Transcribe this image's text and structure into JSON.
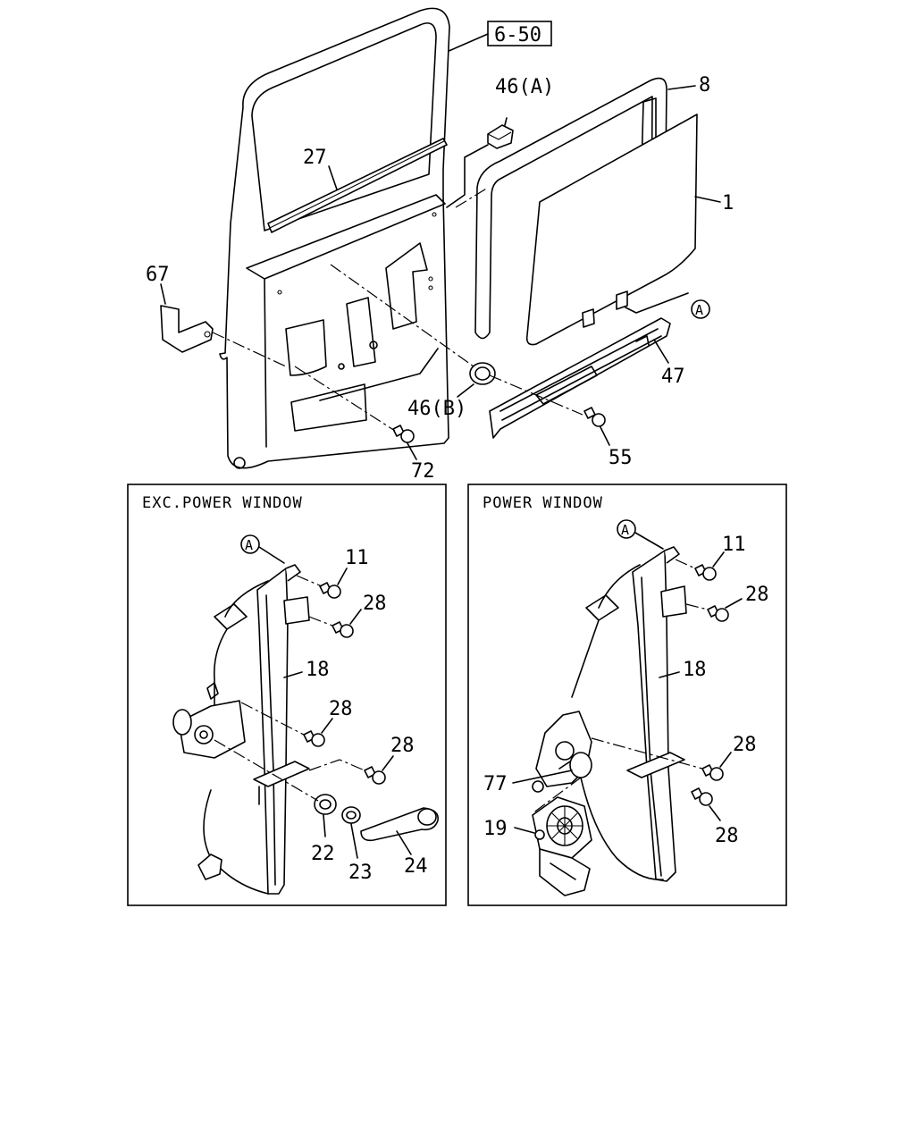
{
  "page_ref": "6-50",
  "callouts": {
    "c46a": "46(A)",
    "c8": "8",
    "c1": "1",
    "c27": "27",
    "c67": "67",
    "cA_top": "A",
    "c47": "47",
    "c46b": "46(B)",
    "c55": "55",
    "c72": "72"
  },
  "panels": {
    "left": {
      "title": "EXC.POWER WINDOW",
      "labels": {
        "a": "A",
        "p11": "11",
        "p28a": "28",
        "p18": "18",
        "p28b": "28",
        "p28c": "28",
        "p22": "22",
        "p23": "23",
        "p24": "24"
      }
    },
    "right": {
      "title": "POWER WINDOW",
      "labels": {
        "a": "A",
        "p11": "11",
        "p28a": "28",
        "p18": "18",
        "p28b": "28",
        "p77": "77",
        "p28c": "28",
        "p19": "19"
      }
    }
  }
}
